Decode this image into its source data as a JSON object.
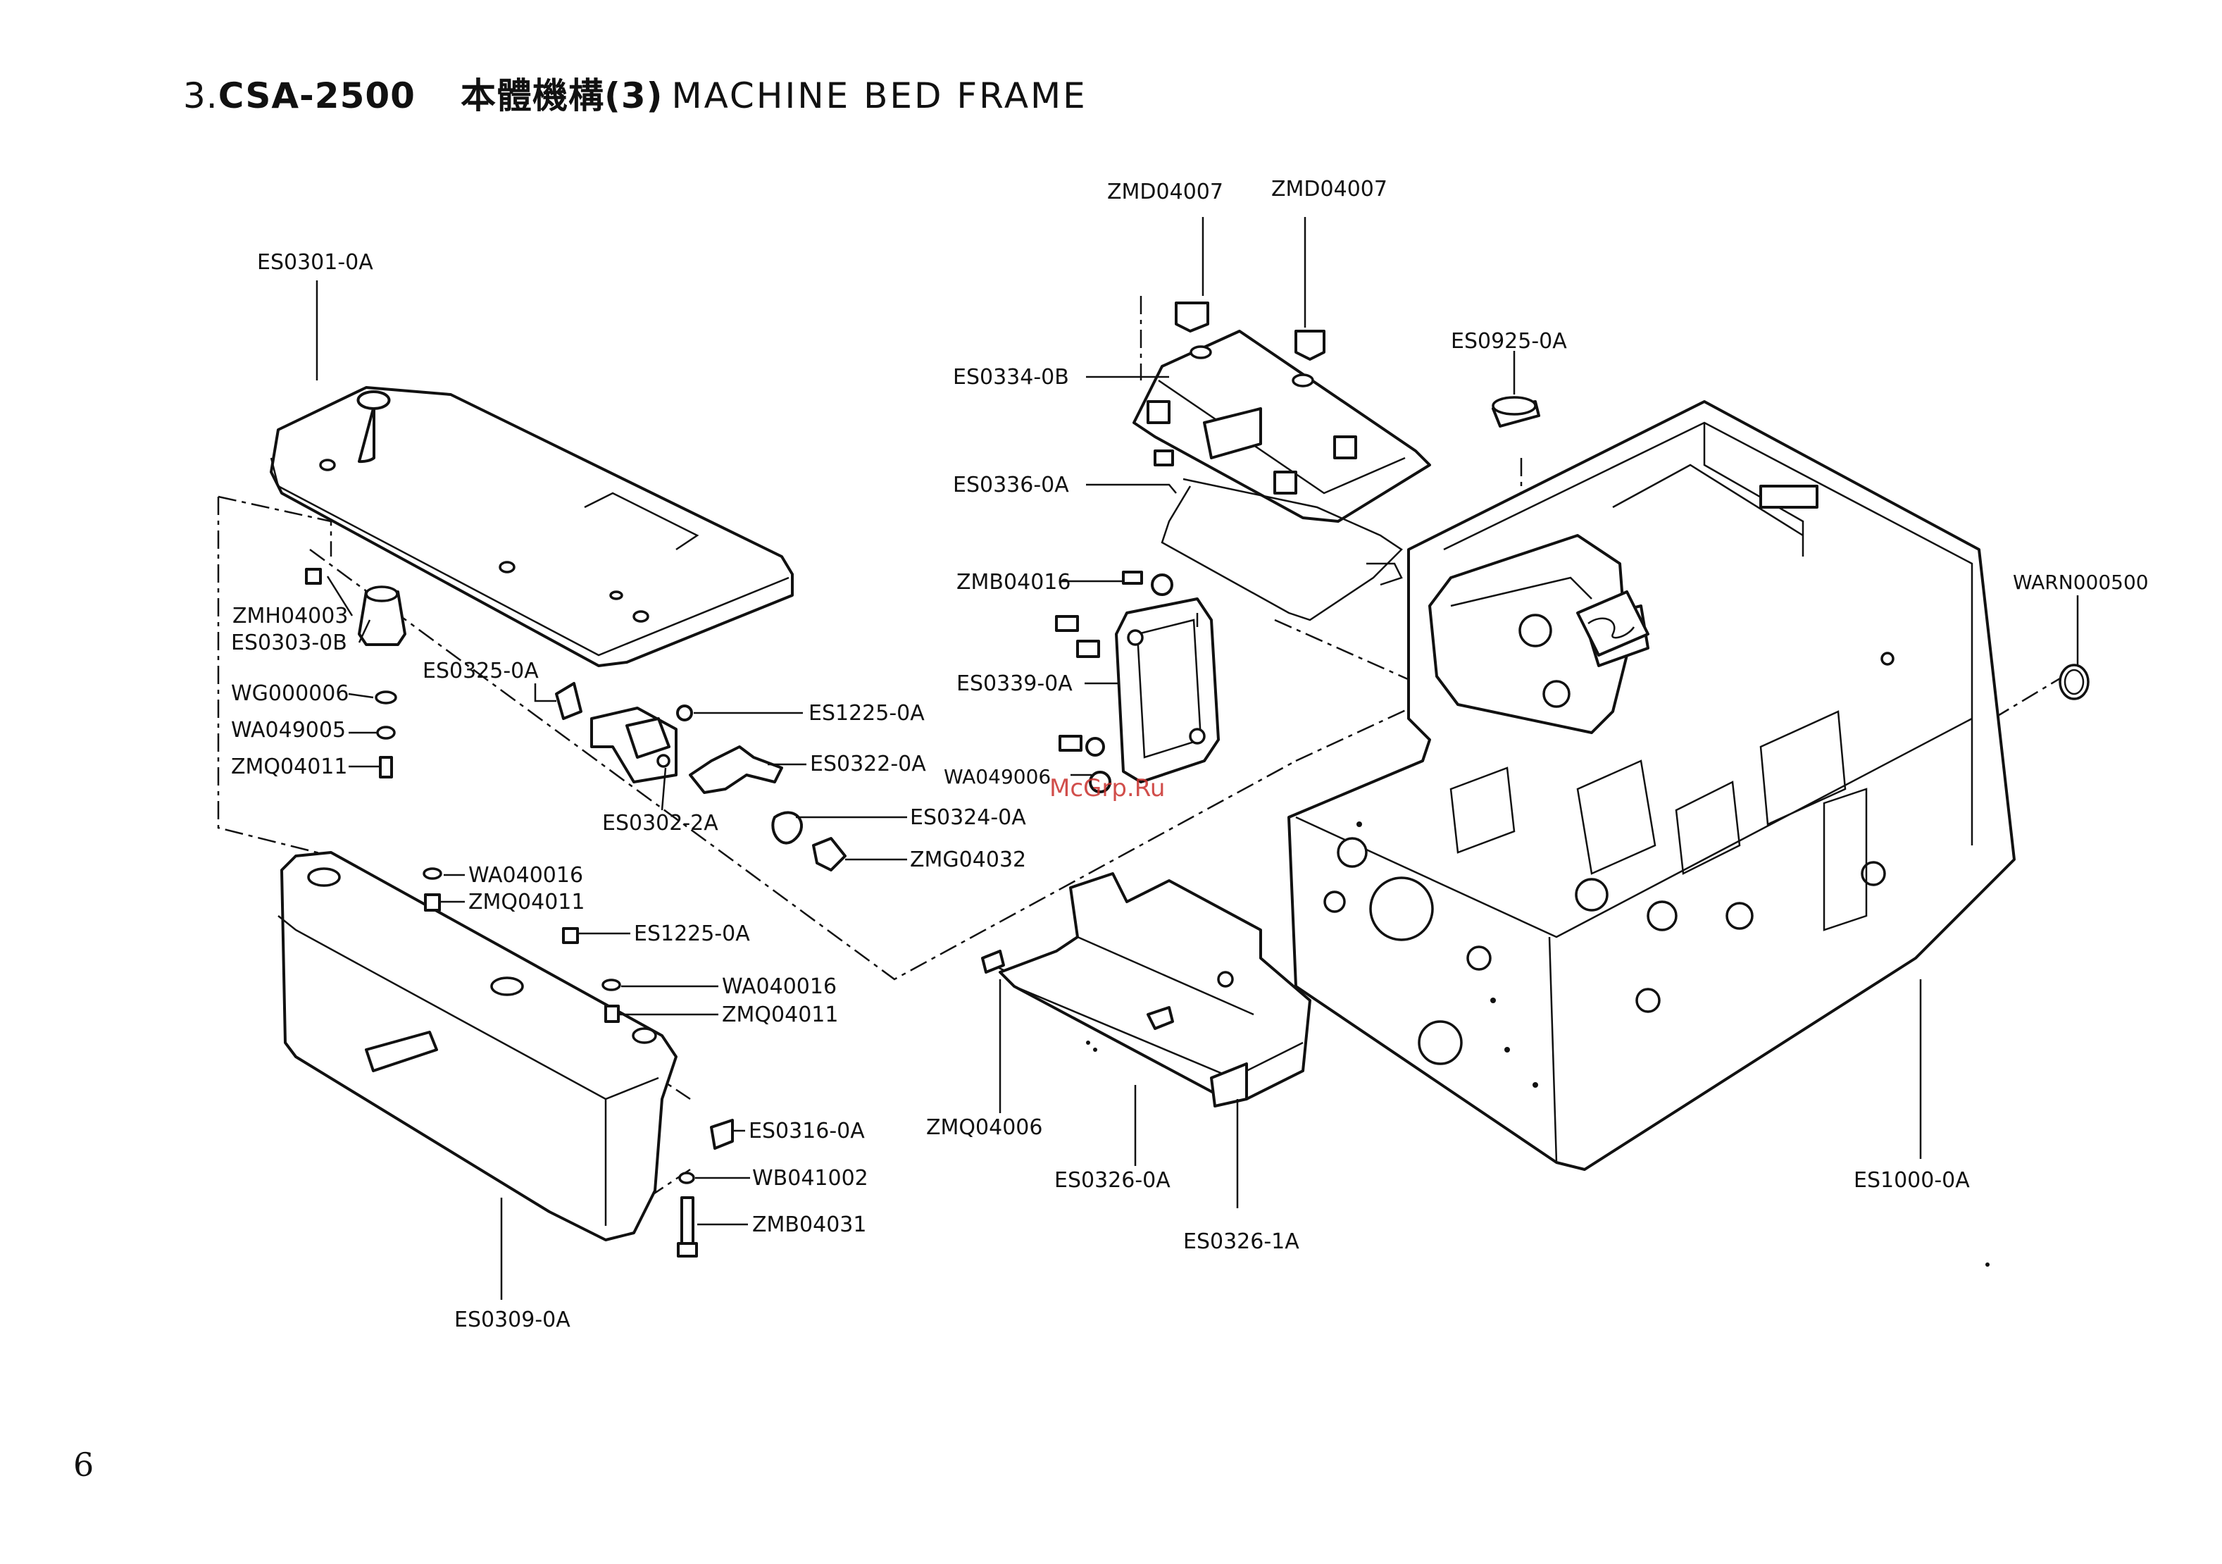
{
  "header": {
    "section": "3.",
    "model": "CSA-2500",
    "title_cn": "本體機構(3)",
    "title_en": "MACHINE BED FRAME"
  },
  "page_number": "6",
  "watermark": "McGrp.Ru",
  "parts": {
    "es0301_0a": "ES0301-0A",
    "zmh04003": "ZMH04003",
    "es0303_0b": "ES0303-0B",
    "wg000006": "WG000006",
    "wa049005": "WA049005",
    "zmq04011_left": "ZMQ04011",
    "es0325_0a": "ES0325-0A",
    "es1225_0a_upper": "ES1225-0A",
    "es0322_0a": "ES0322-0A",
    "es0302_2a": "ES0302-2A",
    "es0324_0a": "ES0324-0A",
    "zmg04032": "ZMG04032",
    "wa040016_upper": "WA040016",
    "zmq04011_upper": "ZMQ04011",
    "es1225_0a_lower": "ES1225-0A",
    "wa040016_lower": "WA040016",
    "zmq04011_lower": "ZMQ04011",
    "es0316_0a": "ES0316-0A",
    "wb041002": "WB041002",
    "zmb04031": "ZMB04031",
    "es0309_0a": "ES0309-0A",
    "zmd04007_left": "ZMD04007",
    "zmd04007_right": "ZMD04007",
    "es0334_0b": "ES0334-0B",
    "es0336_0a": "ES0336-0A",
    "zmb04016": "ZMB04016",
    "es0339_0a": "ES0339-0A",
    "wa049006": "WA049006",
    "es0925_0a": "ES0925-0A",
    "warn000500": "WARN000500",
    "zmq04006": "ZMQ04006",
    "es0326_0a": "ES0326-0A",
    "es0326_1a": "ES0326-1A",
    "es1000_0a": "ES1000-0A"
  }
}
